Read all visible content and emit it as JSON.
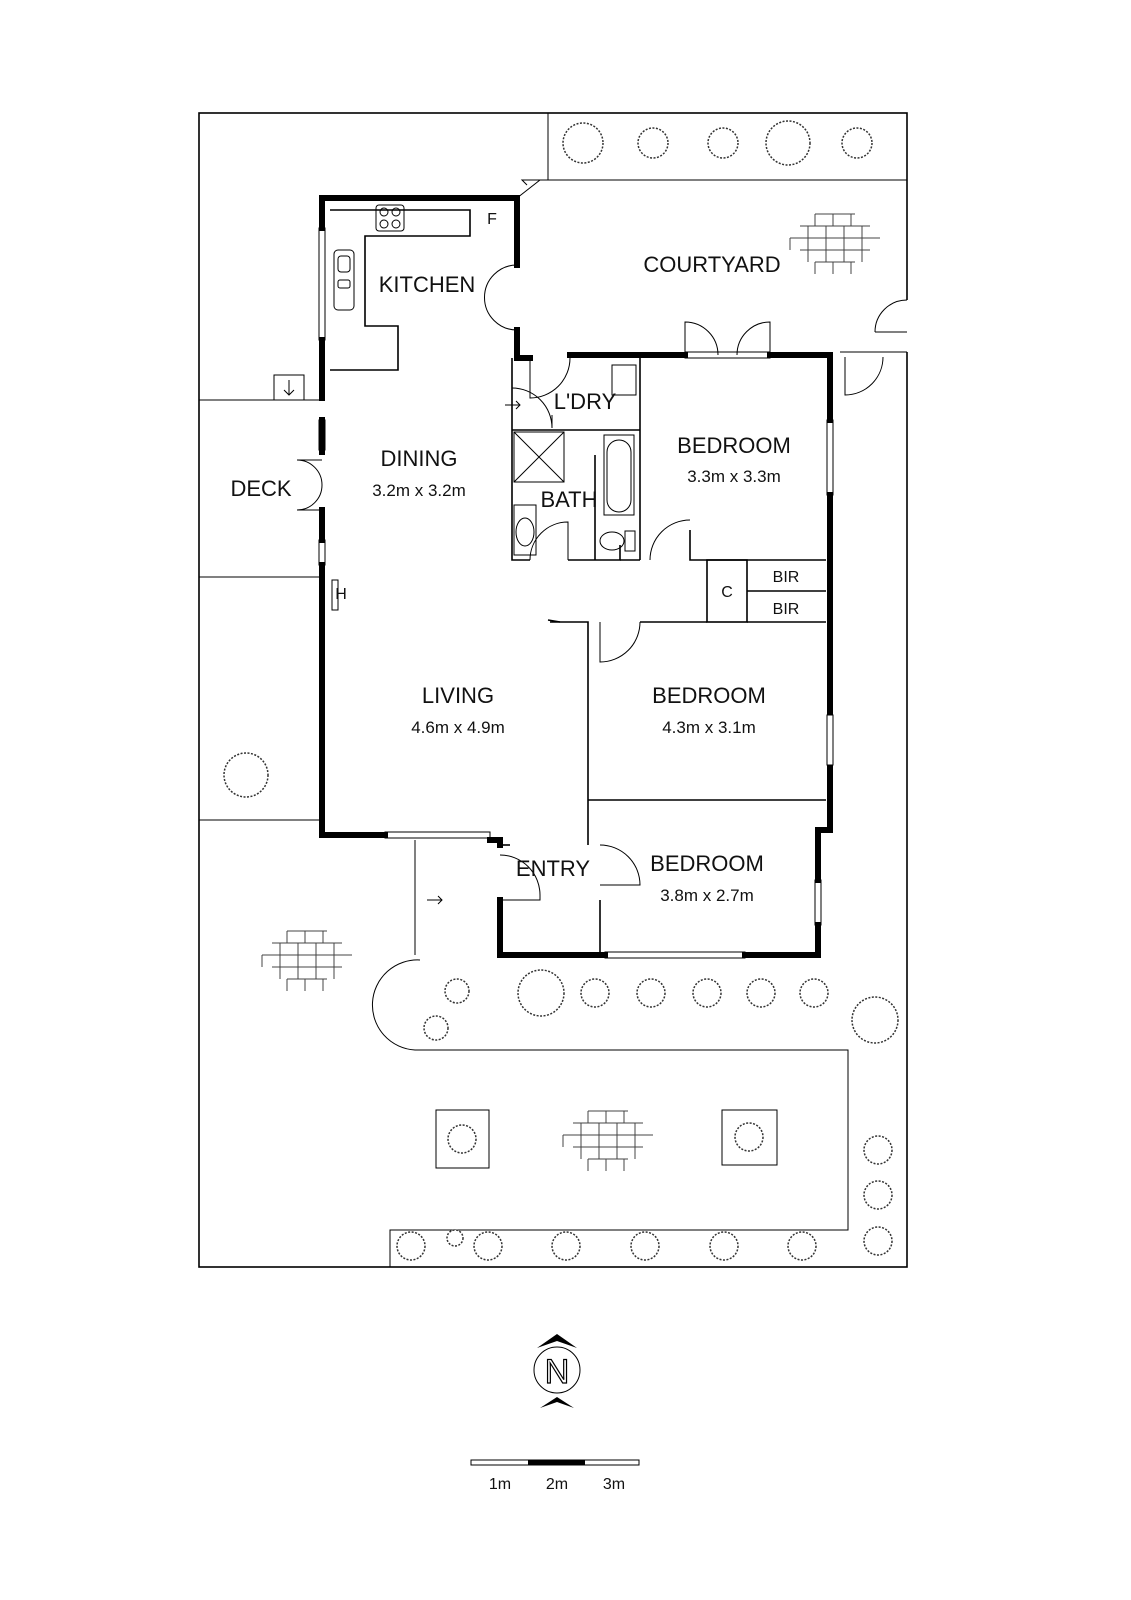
{
  "rooms": {
    "kitchen": {
      "name": "KITCHEN"
    },
    "courtyard": {
      "name": "COURTYARD"
    },
    "laundry": {
      "name": "L'DRY"
    },
    "bath": {
      "name": "BATH"
    },
    "bedroom1": {
      "name": "BEDROOM",
      "size": "3.3m x 3.3m"
    },
    "dining": {
      "name": "DINING",
      "size": "3.2m x 3.2m"
    },
    "deck": {
      "name": "DECK"
    },
    "living": {
      "name": "LIVING",
      "size": "4.6m x 4.9m"
    },
    "bedroom2": {
      "name": "BEDROOM",
      "size": "4.3m x 3.1m"
    },
    "bedroom3": {
      "name": "BEDROOM",
      "size": "3.8m x 2.7m"
    },
    "entry": {
      "name": "ENTRY"
    },
    "bir1": {
      "name": "BIR"
    },
    "bir2": {
      "name": "BIR"
    },
    "cupboard": {
      "name": "C"
    }
  },
  "fixtures": {
    "fridge": "F",
    "heater": "H"
  },
  "compass": {
    "letter": "N"
  },
  "scale": {
    "labels": [
      "1m",
      "2m",
      "3m"
    ]
  }
}
